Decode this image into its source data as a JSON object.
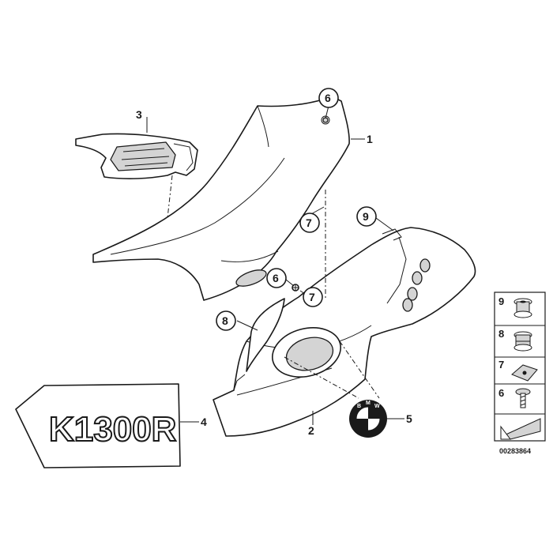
{
  "callouts": {
    "part1": "1",
    "part2": "2",
    "part3": "3",
    "part4": "4",
    "part5": "5",
    "part6_top": "6",
    "part6_mid": "6",
    "part7_upper": "7",
    "part7_lower": "7",
    "part8": "8",
    "part9": "9"
  },
  "decal": {
    "model_prefix": "K",
    "model_number": "1300",
    "model_suffix": "R"
  },
  "emblem": {
    "letters": [
      "B",
      "M",
      "W"
    ],
    "colors": {
      "blue": "#1a1a1a",
      "white": "#ffffff"
    }
  },
  "legend": {
    "items": [
      {
        "number": "9",
        "part": "rubber-grommet-icon"
      },
      {
        "number": "8",
        "part": "rubber-grommet-icon"
      },
      {
        "number": "7",
        "part": "spring-nut-icon"
      },
      {
        "number": "6",
        "part": "screw-icon"
      }
    ],
    "arrow_icon": "direction-arrow-icon"
  },
  "reference": {
    "code": "00283864"
  }
}
